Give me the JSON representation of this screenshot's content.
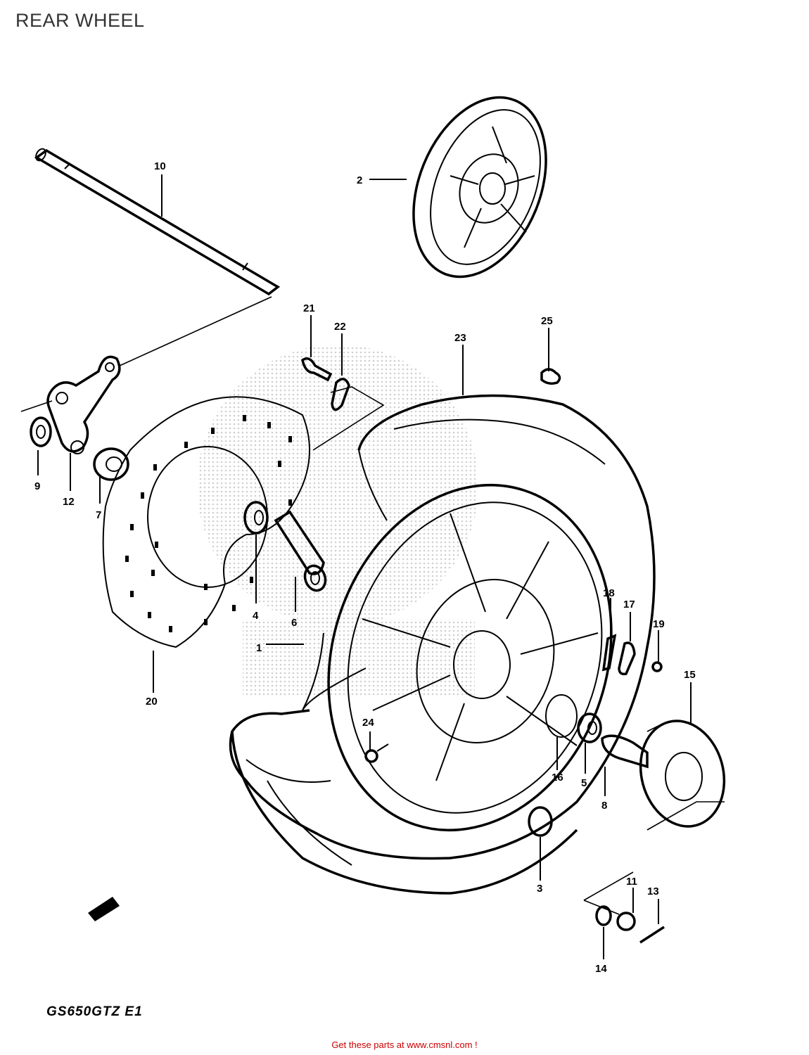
{
  "page": {
    "title": "REAR WHEEL",
    "model_code": "GS650GTZ E1",
    "footer_link": "Get these parts at www.cmsnl.com !"
  },
  "parts": [
    {
      "number": "1"
    },
    {
      "number": "2"
    },
    {
      "number": "3"
    },
    {
      "number": "4"
    },
    {
      "number": "5"
    },
    {
      "number": "6"
    },
    {
      "number": "7"
    },
    {
      "number": "8"
    },
    {
      "number": "9"
    },
    {
      "number": "10"
    },
    {
      "number": "11"
    },
    {
      "number": "12"
    },
    {
      "number": "13"
    },
    {
      "number": "14"
    },
    {
      "number": "15"
    },
    {
      "number": "16"
    },
    {
      "number": "17"
    },
    {
      "number": "18"
    },
    {
      "number": "19"
    },
    {
      "number": "20"
    },
    {
      "number": "21"
    },
    {
      "number": "22"
    },
    {
      "number": "23"
    },
    {
      "number": "24"
    },
    {
      "number": "25"
    }
  ],
  "colors": {
    "line": "#000000",
    "watermark": "#dddddd",
    "footer": "#cc0000"
  }
}
